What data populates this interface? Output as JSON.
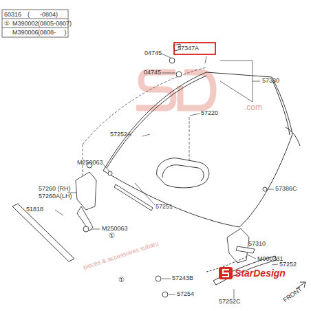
{
  "diagram": {
    "labels": [
      "60316",
      "(      -0804)",
      "①",
      "M390002",
      "(0805-0807)",
      "M390006",
      "(0808-     )",
      "04745",
      "57347A",
      "04745",
      "57330",
      "57220",
      "57252A",
      "M250063",
      "57260 (RH)",
      "57260A(LH)",
      "51818",
      "M250063",
      "①",
      "57251",
      "①",
      "57243B",
      "57254",
      "57310",
      "M000331",
      "57252",
      "57252C",
      "57386C",
      "FRONT",
      ".com",
      "pieces & accessoires subaru",
      "StarDesign"
    ]
  }
}
